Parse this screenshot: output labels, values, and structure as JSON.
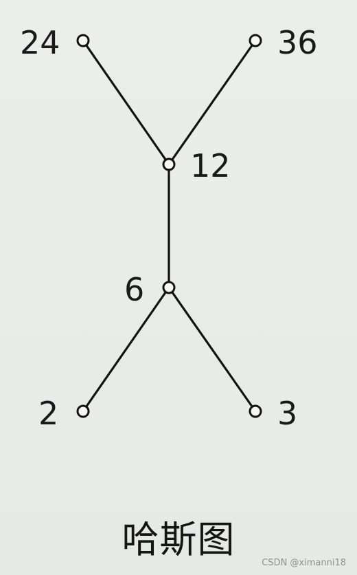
{
  "diagram": {
    "nodes": [
      {
        "id": "n24",
        "label": "24"
      },
      {
        "id": "n36",
        "label": "36"
      },
      {
        "id": "n12",
        "label": "12"
      },
      {
        "id": "n6",
        "label": "6"
      },
      {
        "id": "n2",
        "label": "2"
      },
      {
        "id": "n3",
        "label": "3"
      }
    ],
    "edges": [
      {
        "from": "n24",
        "to": "n12"
      },
      {
        "from": "n36",
        "to": "n12"
      },
      {
        "from": "n12",
        "to": "n6"
      },
      {
        "from": "n6",
        "to": "n2"
      },
      {
        "from": "n6",
        "to": "n3"
      }
    ]
  },
  "caption": "哈斯图",
  "watermark": "CSDN @ximanni18"
}
